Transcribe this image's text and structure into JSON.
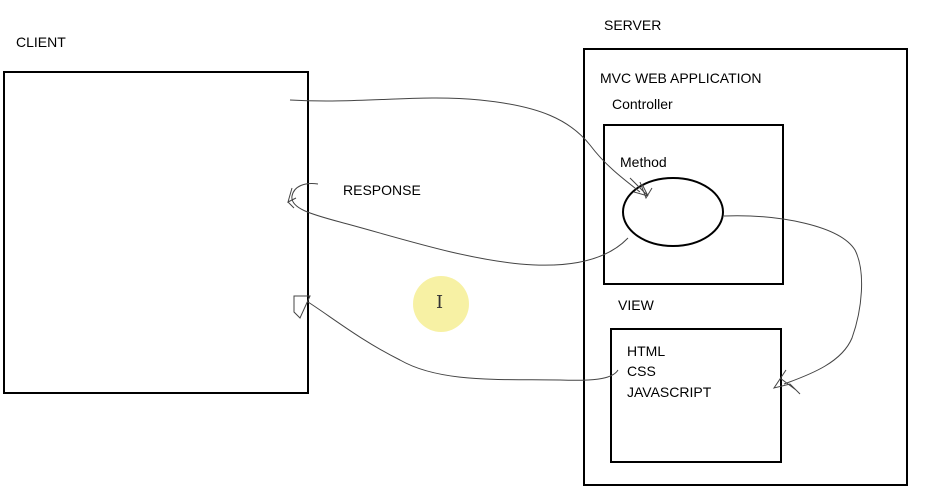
{
  "client": {
    "label": "CLIENT"
  },
  "server": {
    "label": "SERVER",
    "app_label": "MVC WEB APPLICATION",
    "controller": {
      "label": "Controller",
      "method_label": "Method"
    },
    "view": {
      "label": "VIEW",
      "items": [
        "HTML",
        "CSS",
        "JAVASCRIPT"
      ]
    }
  },
  "arrows": {
    "response_label": "RESPONSE"
  },
  "cursor": {
    "icon": "text-cursor-icon",
    "highlight_color": "#f6ef9a"
  }
}
